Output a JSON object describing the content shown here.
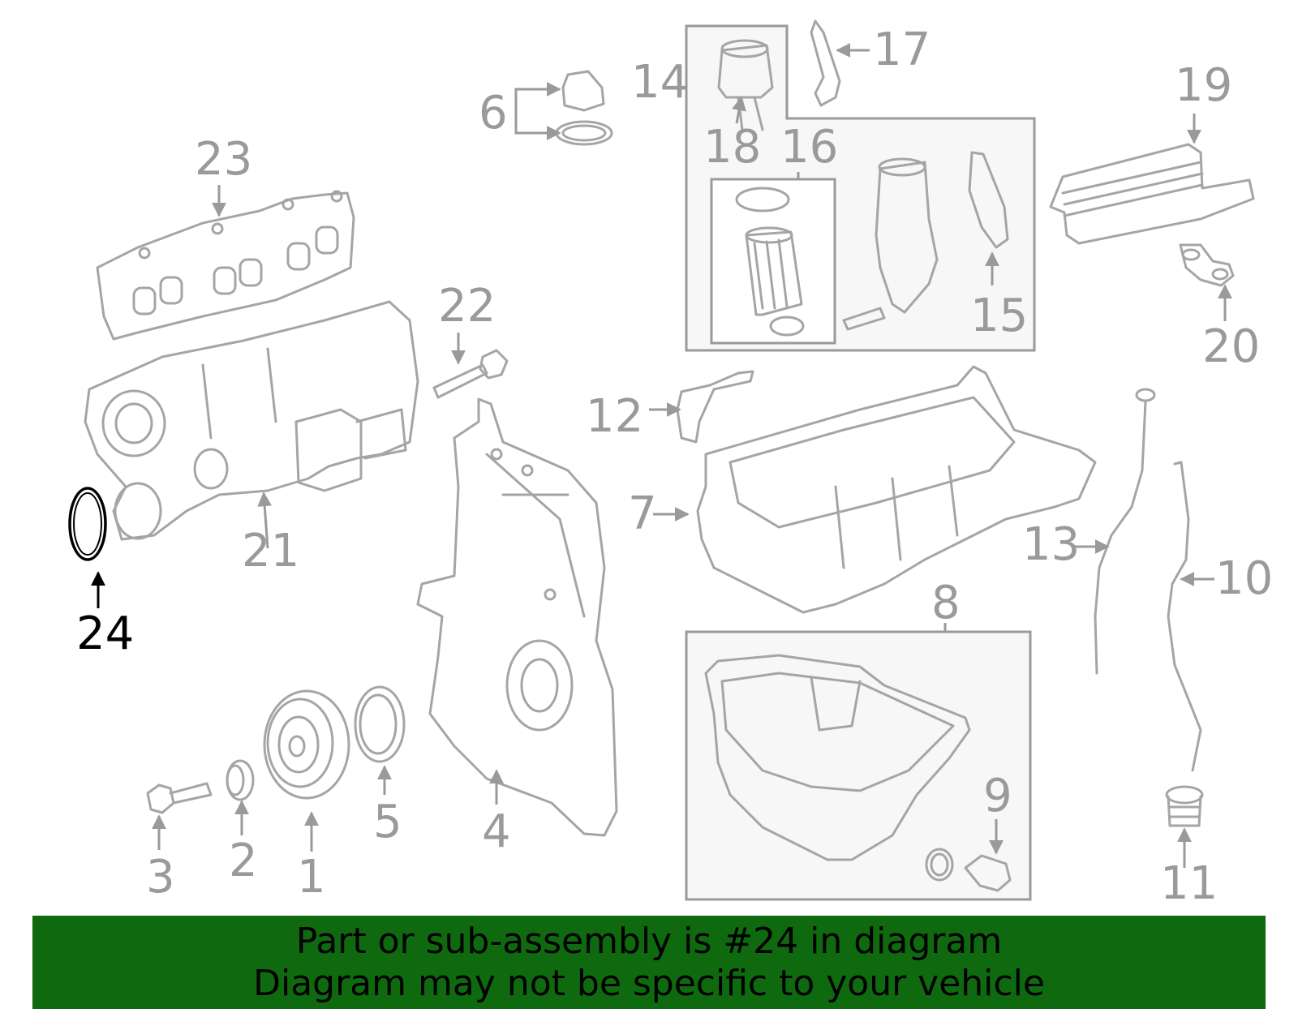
{
  "diagram": {
    "highlighted_part": "24",
    "callouts": [
      "1",
      "2",
      "3",
      "4",
      "5",
      "6",
      "7",
      "8",
      "9",
      "10",
      "11",
      "12",
      "13",
      "14",
      "15",
      "16",
      "17",
      "18",
      "19",
      "20",
      "21",
      "22",
      "23",
      "24"
    ]
  },
  "notice": {
    "line1": "Part or sub-assembly is #24 in diagram",
    "line2": "Diagram may not be specific to your vehicle"
  },
  "colors": {
    "banner": "#0f6a0f",
    "line_art": "#a5a5a5",
    "callout_text": "#9a9a9a",
    "highlight": "#000000"
  }
}
